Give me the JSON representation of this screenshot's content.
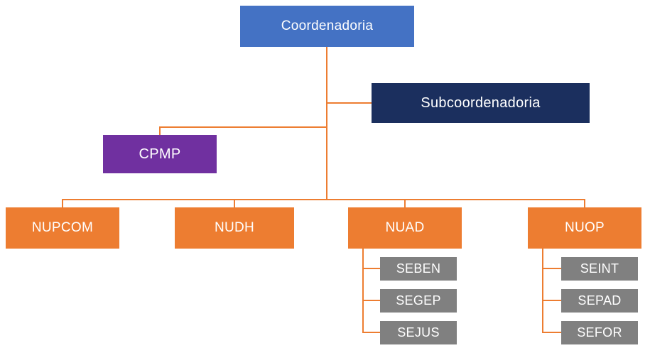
{
  "colors": {
    "background": "#FFFFFF",
    "coordenadoria": "#4472C4",
    "subcoordenadoria": "#1B2F5E",
    "cpmp": "#7030A0",
    "nucleo": "#ED7D31",
    "secao": "#808080",
    "connector": "#ED7D31"
  },
  "org": {
    "root": {
      "label": "Coordenadoria"
    },
    "sub": {
      "label": "Subcoordenadoria"
    },
    "cpmp": {
      "label": "CPMP"
    },
    "nuclei": [
      {
        "label": "NUPCOM",
        "children": []
      },
      {
        "label": "NUDH",
        "children": []
      },
      {
        "label": "NUAD",
        "children": [
          {
            "label": "SEBEN"
          },
          {
            "label": "SEGEP"
          },
          {
            "label": "SEJUS"
          }
        ]
      },
      {
        "label": "NUOP",
        "children": [
          {
            "label": "SEINT"
          },
          {
            "label": "SEPAD"
          },
          {
            "label": "SEFOR"
          }
        ]
      }
    ]
  }
}
